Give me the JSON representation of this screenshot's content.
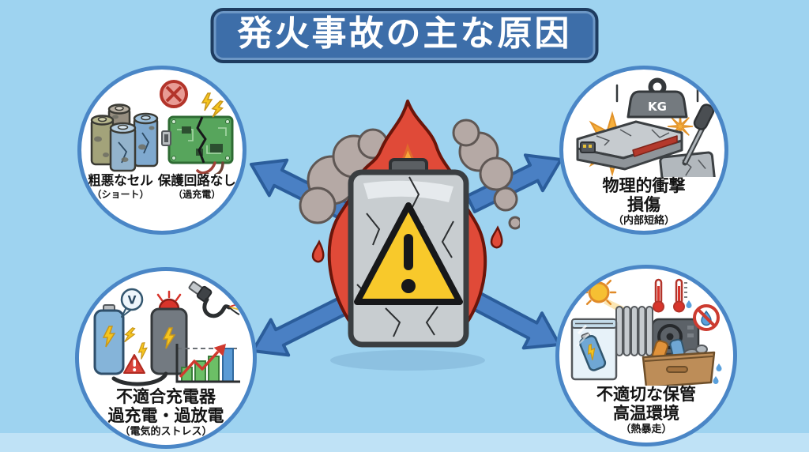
{
  "title": "発火事故の主な原因",
  "center": {
    "illustration": "burning-cracked-battery",
    "warning_symbol": "!"
  },
  "causes": [
    {
      "position": "top-left",
      "columns": [
        {
          "label": "粗悪なセル",
          "note": "（ショート）"
        },
        {
          "label": "保護回路なし",
          "note": "（過充電）"
        }
      ],
      "icons": [
        "no-entry-icon",
        "damaged-battery-cells-icon",
        "broken-protection-circuit-icon",
        "lightning-icon"
      ]
    },
    {
      "position": "top-right",
      "lines": [
        "物理的衝撃",
        "損傷"
      ],
      "note": "（内部短絡）",
      "weight_label": "KG",
      "icons": [
        "kg-weight-icon",
        "impact-burst-icon",
        "crushed-battery-icon",
        "punctured-battery-icon",
        "screwdriver-icon"
      ]
    },
    {
      "position": "bottom-left",
      "lines": [
        "不適合充電器",
        "過充電・過放電"
      ],
      "note": "（電気的ストレス）",
      "voltage_label": "V",
      "icons": [
        "battery-icon",
        "voltage-bubble-icon",
        "alarm-charger-icon",
        "lightning-icon",
        "warning-triangle-icon",
        "frayed-cable-icon",
        "rising-chart-icon"
      ]
    },
    {
      "position": "bottom-right",
      "lines": [
        "不適切な保管",
        "高温環境"
      ],
      "note": "（熱暴走）",
      "icons": [
        "sun-icon",
        "thermometer-icon",
        "radiator-icon",
        "car-dashboard-icon",
        "no-water-icon",
        "ziplock-bag-icon",
        "storage-box-icon"
      ]
    }
  ],
  "colors": {
    "background": "#9ed3f0",
    "background_bottom": "#bfe2f6",
    "title_fill": "#3d6ea9",
    "title_border": "#1e3c60",
    "title_text": "#ffffff",
    "circle_fill": "#ffffff",
    "circle_border": "#4a86c6",
    "arrow_fill": "#4a80c4",
    "arrow_outline": "#2b5d9b",
    "flame_outer": "#e04a38",
    "flame_inner": "#f5a73b",
    "smoke": "#b5a9a5",
    "battery_body": "#c8cdd0",
    "warning_yellow": "#f8c92b",
    "label_text": "#141414"
  }
}
